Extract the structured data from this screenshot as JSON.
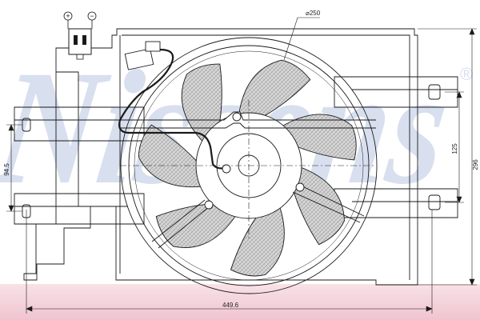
{
  "drawing": {
    "watermark": "Nissens",
    "registered_mark": "®",
    "connector_pins": [
      "+",
      "−"
    ],
    "dimensions": {
      "fan_diameter": "⌀250",
      "overall_width": "449.6",
      "overall_height": "296",
      "mount_spacing_right": "125",
      "mount_spacing_left": "94.5"
    },
    "colors": {
      "line": "#1a1a1a",
      "watermark": "#b9c6e3",
      "band_top": "#f6dbe1",
      "band_bottom": "#f0c4cf",
      "blade_fill": "#d8d8d8"
    }
  }
}
